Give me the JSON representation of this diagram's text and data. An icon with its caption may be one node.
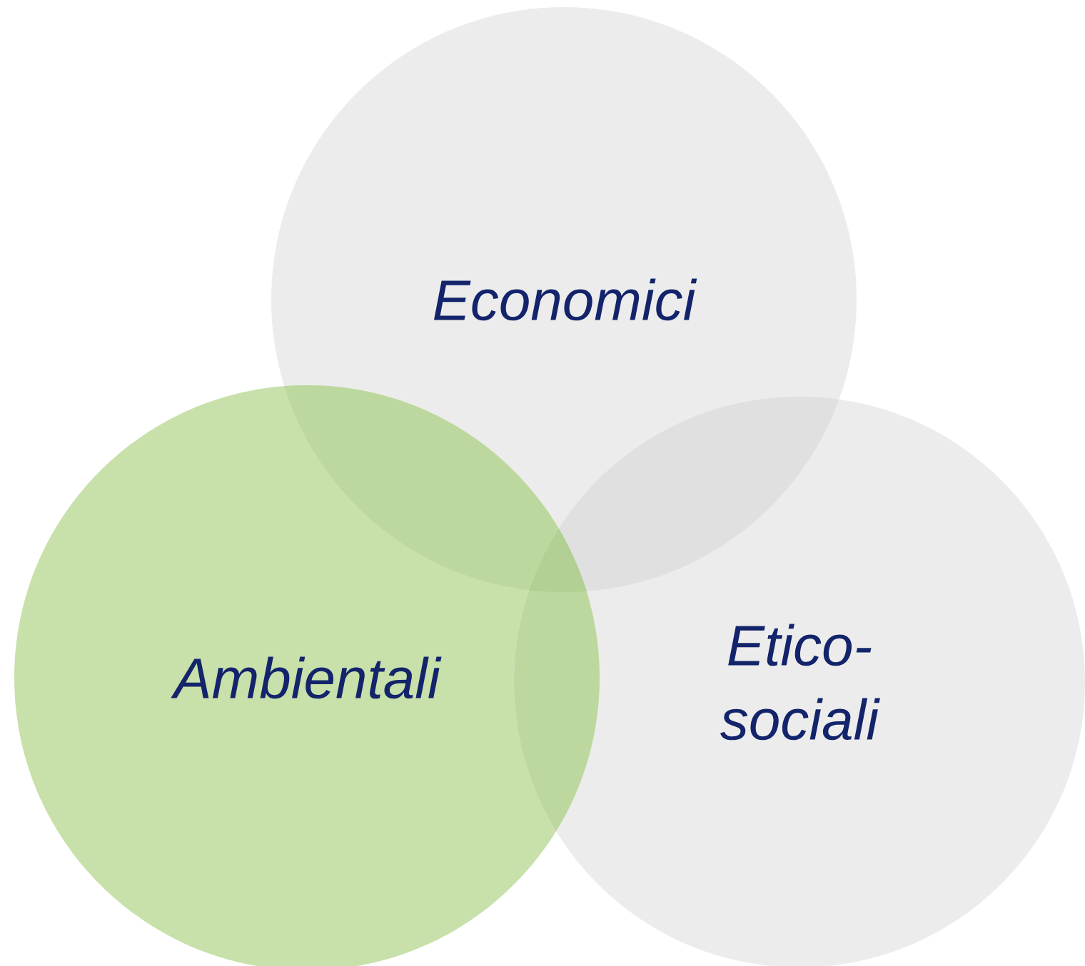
{
  "diagram": {
    "nodes": [
      {
        "text": [
          "Economici"
        ]
      },
      {
        "text": [
          "Ambientali"
        ]
      },
      {
        "text": [
          "Etico-sociali"
        ]
      }
    ]
  }
}
